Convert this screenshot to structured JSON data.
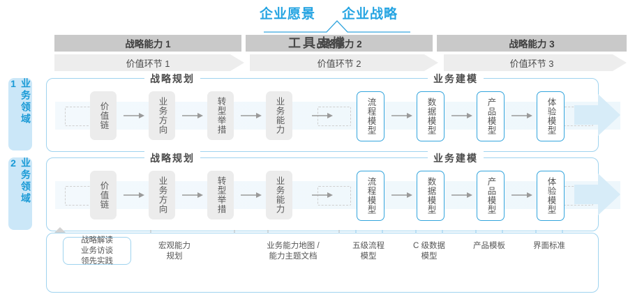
{
  "header": {
    "vision_title": "企业愿景",
    "strategy_title": "企业战略"
  },
  "capability_bars": [
    {
      "label": "战略能力 1"
    },
    {
      "label": "战略能力 2"
    },
    {
      "label": "战略能力 3"
    }
  ],
  "value_bars": [
    {
      "label": "价值环节 1"
    },
    {
      "label": "价值环节 2"
    },
    {
      "label": "价值环节 3"
    }
  ],
  "domains": [
    {
      "label": "业务领域 1"
    },
    {
      "label": "业务领域 2"
    }
  ],
  "sections": {
    "planning": "战略规划",
    "modeling": "业务建模"
  },
  "nodes": [
    {
      "label": "价值链",
      "style": "gray"
    },
    {
      "label": "业务方向",
      "style": "gray"
    },
    {
      "label": "转型举措",
      "style": "gray"
    },
    {
      "label": "业务能力",
      "style": "gray"
    },
    {
      "label": "流程模型",
      "style": "blue"
    },
    {
      "label": "数据模型",
      "style": "blue"
    },
    {
      "label": "产品模型",
      "style": "blue"
    },
    {
      "label": "体验模型",
      "style": "blue"
    }
  ],
  "tool_support": {
    "title": "工具支撑",
    "box_label": "战略解读\n业务访谈\n领先实践",
    "labels": [
      {
        "text": "宏观能力\n规划"
      },
      {
        "text": "业务能力地图 /\n能力主题文档"
      },
      {
        "text": "五级流程\n模型"
      },
      {
        "text": "C 级数据\n模型"
      },
      {
        "text": "产品模板"
      },
      {
        "text": "界面标准"
      }
    ]
  },
  "colors": {
    "accent_blue": "#25A4E2",
    "border_blue": "#9fd3ef",
    "node_blue": "#34a5dd",
    "bar_gray": "#c9c9c9",
    "chev_gray": "#ededed",
    "domain_bg": "#cbe7f8"
  }
}
